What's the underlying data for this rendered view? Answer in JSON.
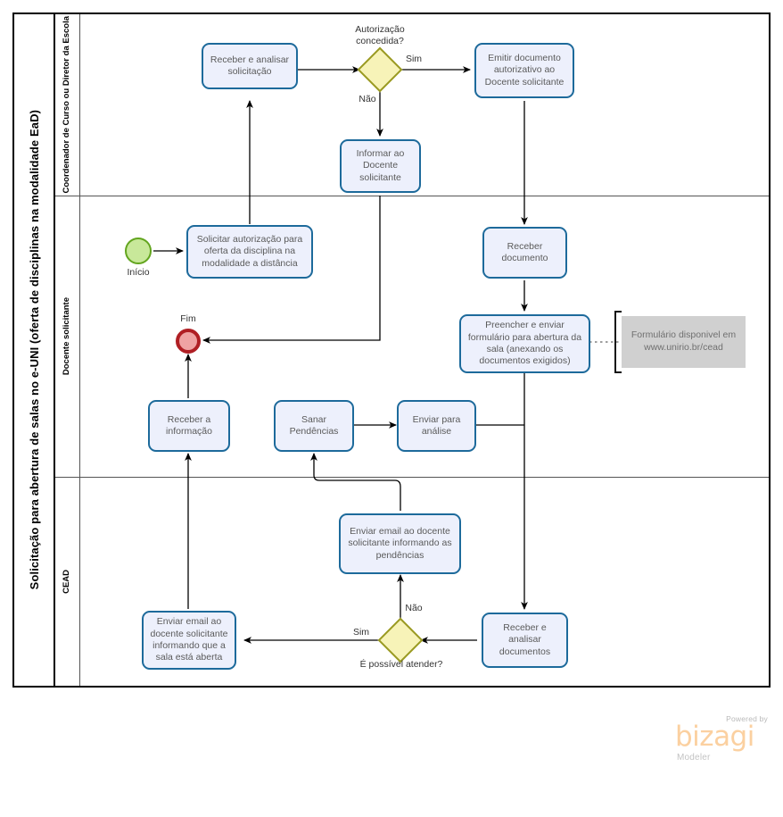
{
  "pool": {
    "title": "Solicitação para abertura de salas no e-UNI (oferta de disciplinas na modalidade EaD)",
    "lanes": [
      {
        "id": "lane-coordenador",
        "label": "Coordenador de Curso ou Diretor da Escola"
      },
      {
        "id": "lane-docente",
        "label": "Docente  solicitante"
      },
      {
        "id": "lane-cead",
        "label": "CEAD"
      }
    ]
  },
  "events": {
    "start": {
      "name": "start-event",
      "label": "Início"
    },
    "end": {
      "name": "end-event",
      "label": "Fim"
    }
  },
  "tasks": {
    "receber_analisar_solicitacao": "Receber  e analisar\nsolicitação",
    "emitir_documento": "Emitir documento\nautorizativo ao\nDocente solicitante",
    "informar_docente": "Informar ao\nDocente\nsolicitante",
    "solicitar_autorizacao": "Solicitar autorização para\noferta da disciplina na\nmodalidade a distância",
    "receber_documento": "Receber\ndocumento",
    "preencher_enviar_formulario": "Preencher e enviar\nformulário para abertura da\nsala (anexando os\ndocumentos exigidos)",
    "receber_informacao": "Receber a\ninformação",
    "sanar_pendencias": "Sanar\nPendências",
    "enviar_para_analise": "Enviar para\nanálise",
    "enviar_email_pendencias": "Enviar email ao docente\nsolicitante informando as\npendências",
    "enviar_email_sala_aberta": "Enviar email ao\ndocente solicitante\ninformando que a\nsala está aberta",
    "receber_analisar_documentos": "Receber e\nanalisar\ndocumentos"
  },
  "gateways": {
    "autorizacao": {
      "label": "Autorização\nconcedida?",
      "yes": "Sim",
      "no": "Não"
    },
    "possivel_atender": {
      "label": "É possível atender?",
      "yes": "Sim",
      "no": "Não"
    }
  },
  "annotations": {
    "formulario": "Formulário disponivel em\nwww.unirio.br/cead"
  },
  "logo": {
    "powered_by": "Powered by",
    "brand": "bizagi",
    "product": "Modeler"
  },
  "colors": {
    "task_fill": "#edf0fc",
    "task_border": "#1d6a9b",
    "gateway_fill": "#f7f3b8",
    "gateway_border": "#9a9a23",
    "start_fill": "#c8e89a",
    "start_border": "#62a51e",
    "end_fill": "#efa3a3",
    "end_border": "#b01f24",
    "annotation_fill": "#d0d0d0",
    "brand": "#fbd0a0"
  }
}
